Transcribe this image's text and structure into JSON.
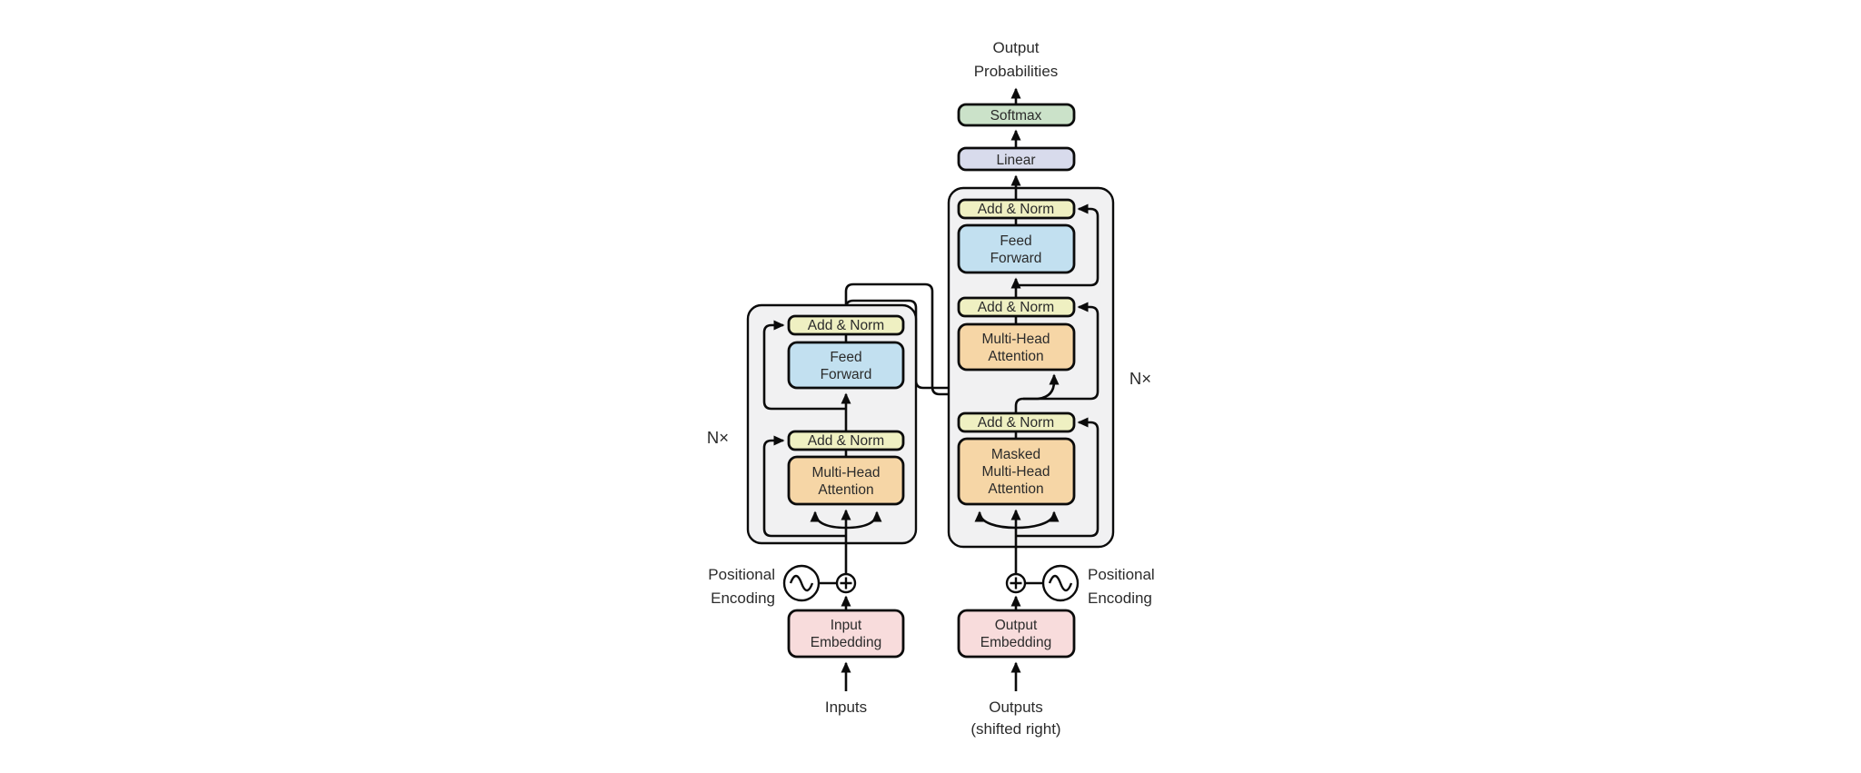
{
  "diagram": {
    "name": "transformer-model-architecture",
    "background": "#ffffff",
    "colors": {
      "container": "#f1f1f2",
      "add_norm": "#eff0c2",
      "feed_forward": "#c2e0f0",
      "attention": "#f6d6a6",
      "embedding": "#f8dcdc",
      "softmax": "#cbe2c9",
      "linear": "#d8dbec",
      "line": "#0b0b0b",
      "text": "#2b2b2b"
    },
    "labels": {
      "output_probabilities_1": "Output",
      "output_probabilities_2": "Probabilities",
      "softmax": "Softmax",
      "linear": "Linear",
      "add_norm": "Add & Norm",
      "feed_forward_1": "Feed",
      "feed_forward_2": "Forward",
      "multi_head_1": "Multi-Head",
      "multi_head_2": "Attention",
      "masked_1": "Masked",
      "masked_2": "Multi-Head",
      "masked_3": "Attention",
      "input_embedding_1": "Input",
      "input_embedding_2": "Embedding",
      "output_embedding_1": "Output",
      "output_embedding_2": "Embedding",
      "inputs": "Inputs",
      "outputs_1": "Outputs",
      "outputs_2": "(shifted right)",
      "positional_1": "Positional",
      "positional_2": "Encoding",
      "n_times": "N×"
    }
  }
}
